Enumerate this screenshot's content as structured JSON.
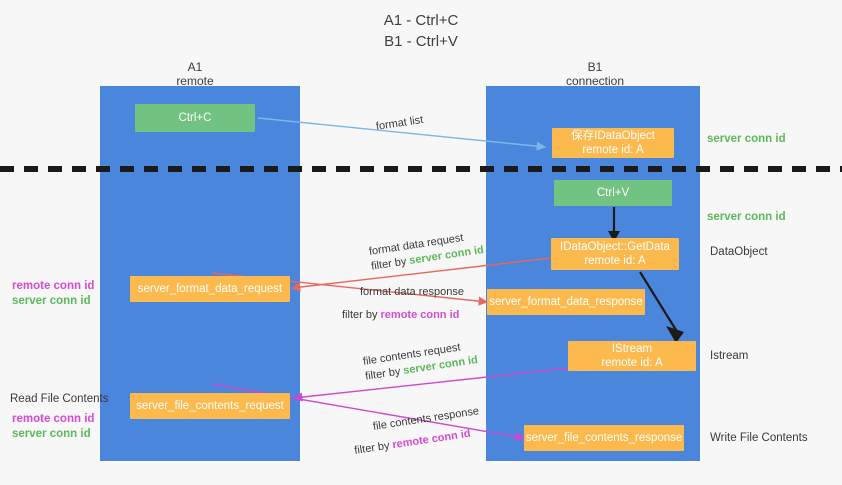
{
  "title": {
    "line1": "A1 - Ctrl+C",
    "line2": "B1 - Ctrl+V"
  },
  "columns": [
    {
      "name": "A1",
      "sub": "remote"
    },
    {
      "name": "B1",
      "sub": "connection"
    }
  ],
  "boxes": {
    "ctrl_c": "Ctrl+C",
    "ctrl_v": "Ctrl+V",
    "save_idataobject_line1": "保存IDataObject",
    "save_idataobject_line2": "remote id: A",
    "getdata_line1": "IDataObject::GetData",
    "getdata_line2": "remote id: A",
    "istream_line1": "IStream",
    "istream_line2": "remote id: A",
    "server_format_data_request": "server_format_data_request",
    "server_format_data_response": "server_format_data_response",
    "server_file_contents_request": "server_file_contents_request",
    "server_file_contents_response": "server_file_contents_response"
  },
  "edges": {
    "format_list": "format list",
    "format_data_request": "format data request",
    "format_data_request_filter_prefix": "filter by ",
    "format_data_request_filter_value": "server conn id",
    "format_data_response": "format data response",
    "format_data_response_filter_prefix": "filter by ",
    "format_data_response_filter_value": "remote conn id",
    "file_contents_request": "file contents request",
    "file_contents_request_filter_prefix": "filter by ",
    "file_contents_request_filter_value": "server conn id",
    "file_contents_response": "file contents response",
    "file_contents_response_filter_prefix": "filter by ",
    "file_contents_response_filter_value": "remote conn id"
  },
  "side_labels": {
    "right_server_conn_id_top": "server conn id",
    "right_server_conn_id_mid": "server conn id",
    "right_dataobject": "DataObject",
    "right_istream": "Istream",
    "right_write_file_contents": "Write File Contents",
    "left_remote_conn_id_1": "remote conn id",
    "left_server_conn_id_1": "server conn id",
    "left_read_file_contents": "Read File Contents",
    "left_remote_conn_id_2": "remote conn id",
    "left_server_conn_id_2": "server conn id"
  },
  "colors": {
    "lane": "#4a86dc",
    "green_box": "#72c282",
    "orange_box": "#fcb94e",
    "green_text": "#5cb85c",
    "magenta_text": "#d44bd4",
    "blue_arrow": "#7eb6e8",
    "red_arrow": "#e8685d",
    "magenta_arrow": "#cc49cc",
    "black_arrow": "#1a1a1a",
    "background": "#f7f7f7"
  }
}
